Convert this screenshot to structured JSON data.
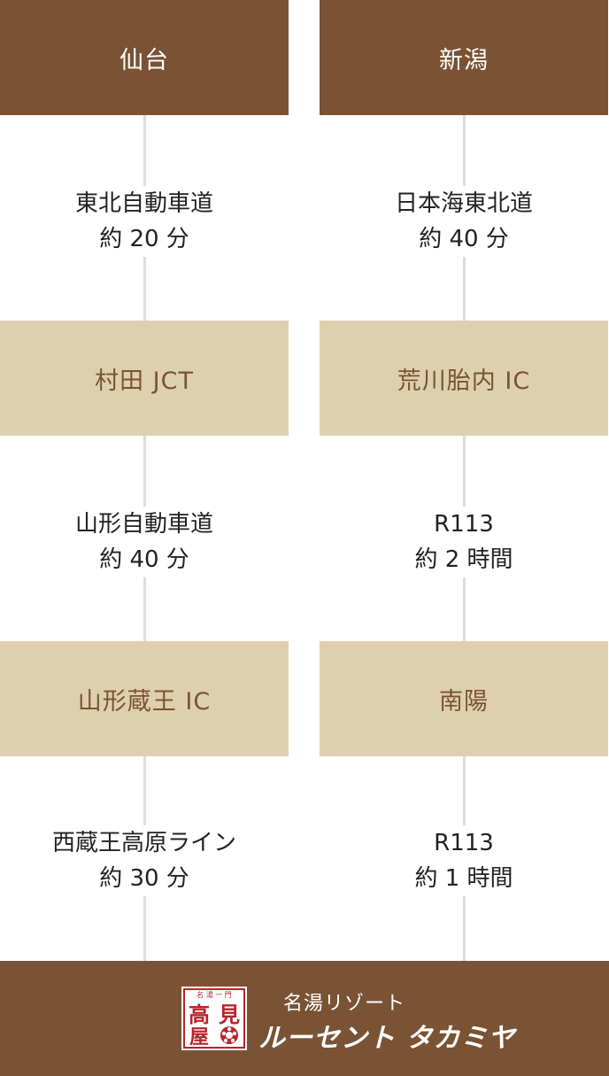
{
  "routes": [
    {
      "origin": "仙台",
      "segment1": {
        "road": "東北自動車道",
        "time": "約 20 分"
      },
      "junction1": "村田 JCT",
      "segment2": {
        "road": "山形自動車道",
        "time": "約 40 分"
      },
      "junction2": "山形蔵王 IC",
      "segment3": {
        "road": "西蔵王高原ライン",
        "time": "約 30 分"
      }
    },
    {
      "origin": "新潟",
      "segment1": {
        "road": "日本海東北道",
        "time": "約 40 分"
      },
      "junction1": "荒川胎内 IC",
      "segment2": {
        "road": "R113",
        "time": "約 2 時間"
      },
      "junction2": "南陽",
      "segment3": {
        "road": "R113",
        "time": "約 1 時間"
      }
    }
  ],
  "destination": {
    "subtitle": "名湯リゾート",
    "name": "ルーセント タカミヤ",
    "seal_text": "名湯一門 高見屋"
  },
  "colors": {
    "dark_brown": "#7a5234",
    "beige": "#ded0af",
    "connector": "#dddddd"
  }
}
